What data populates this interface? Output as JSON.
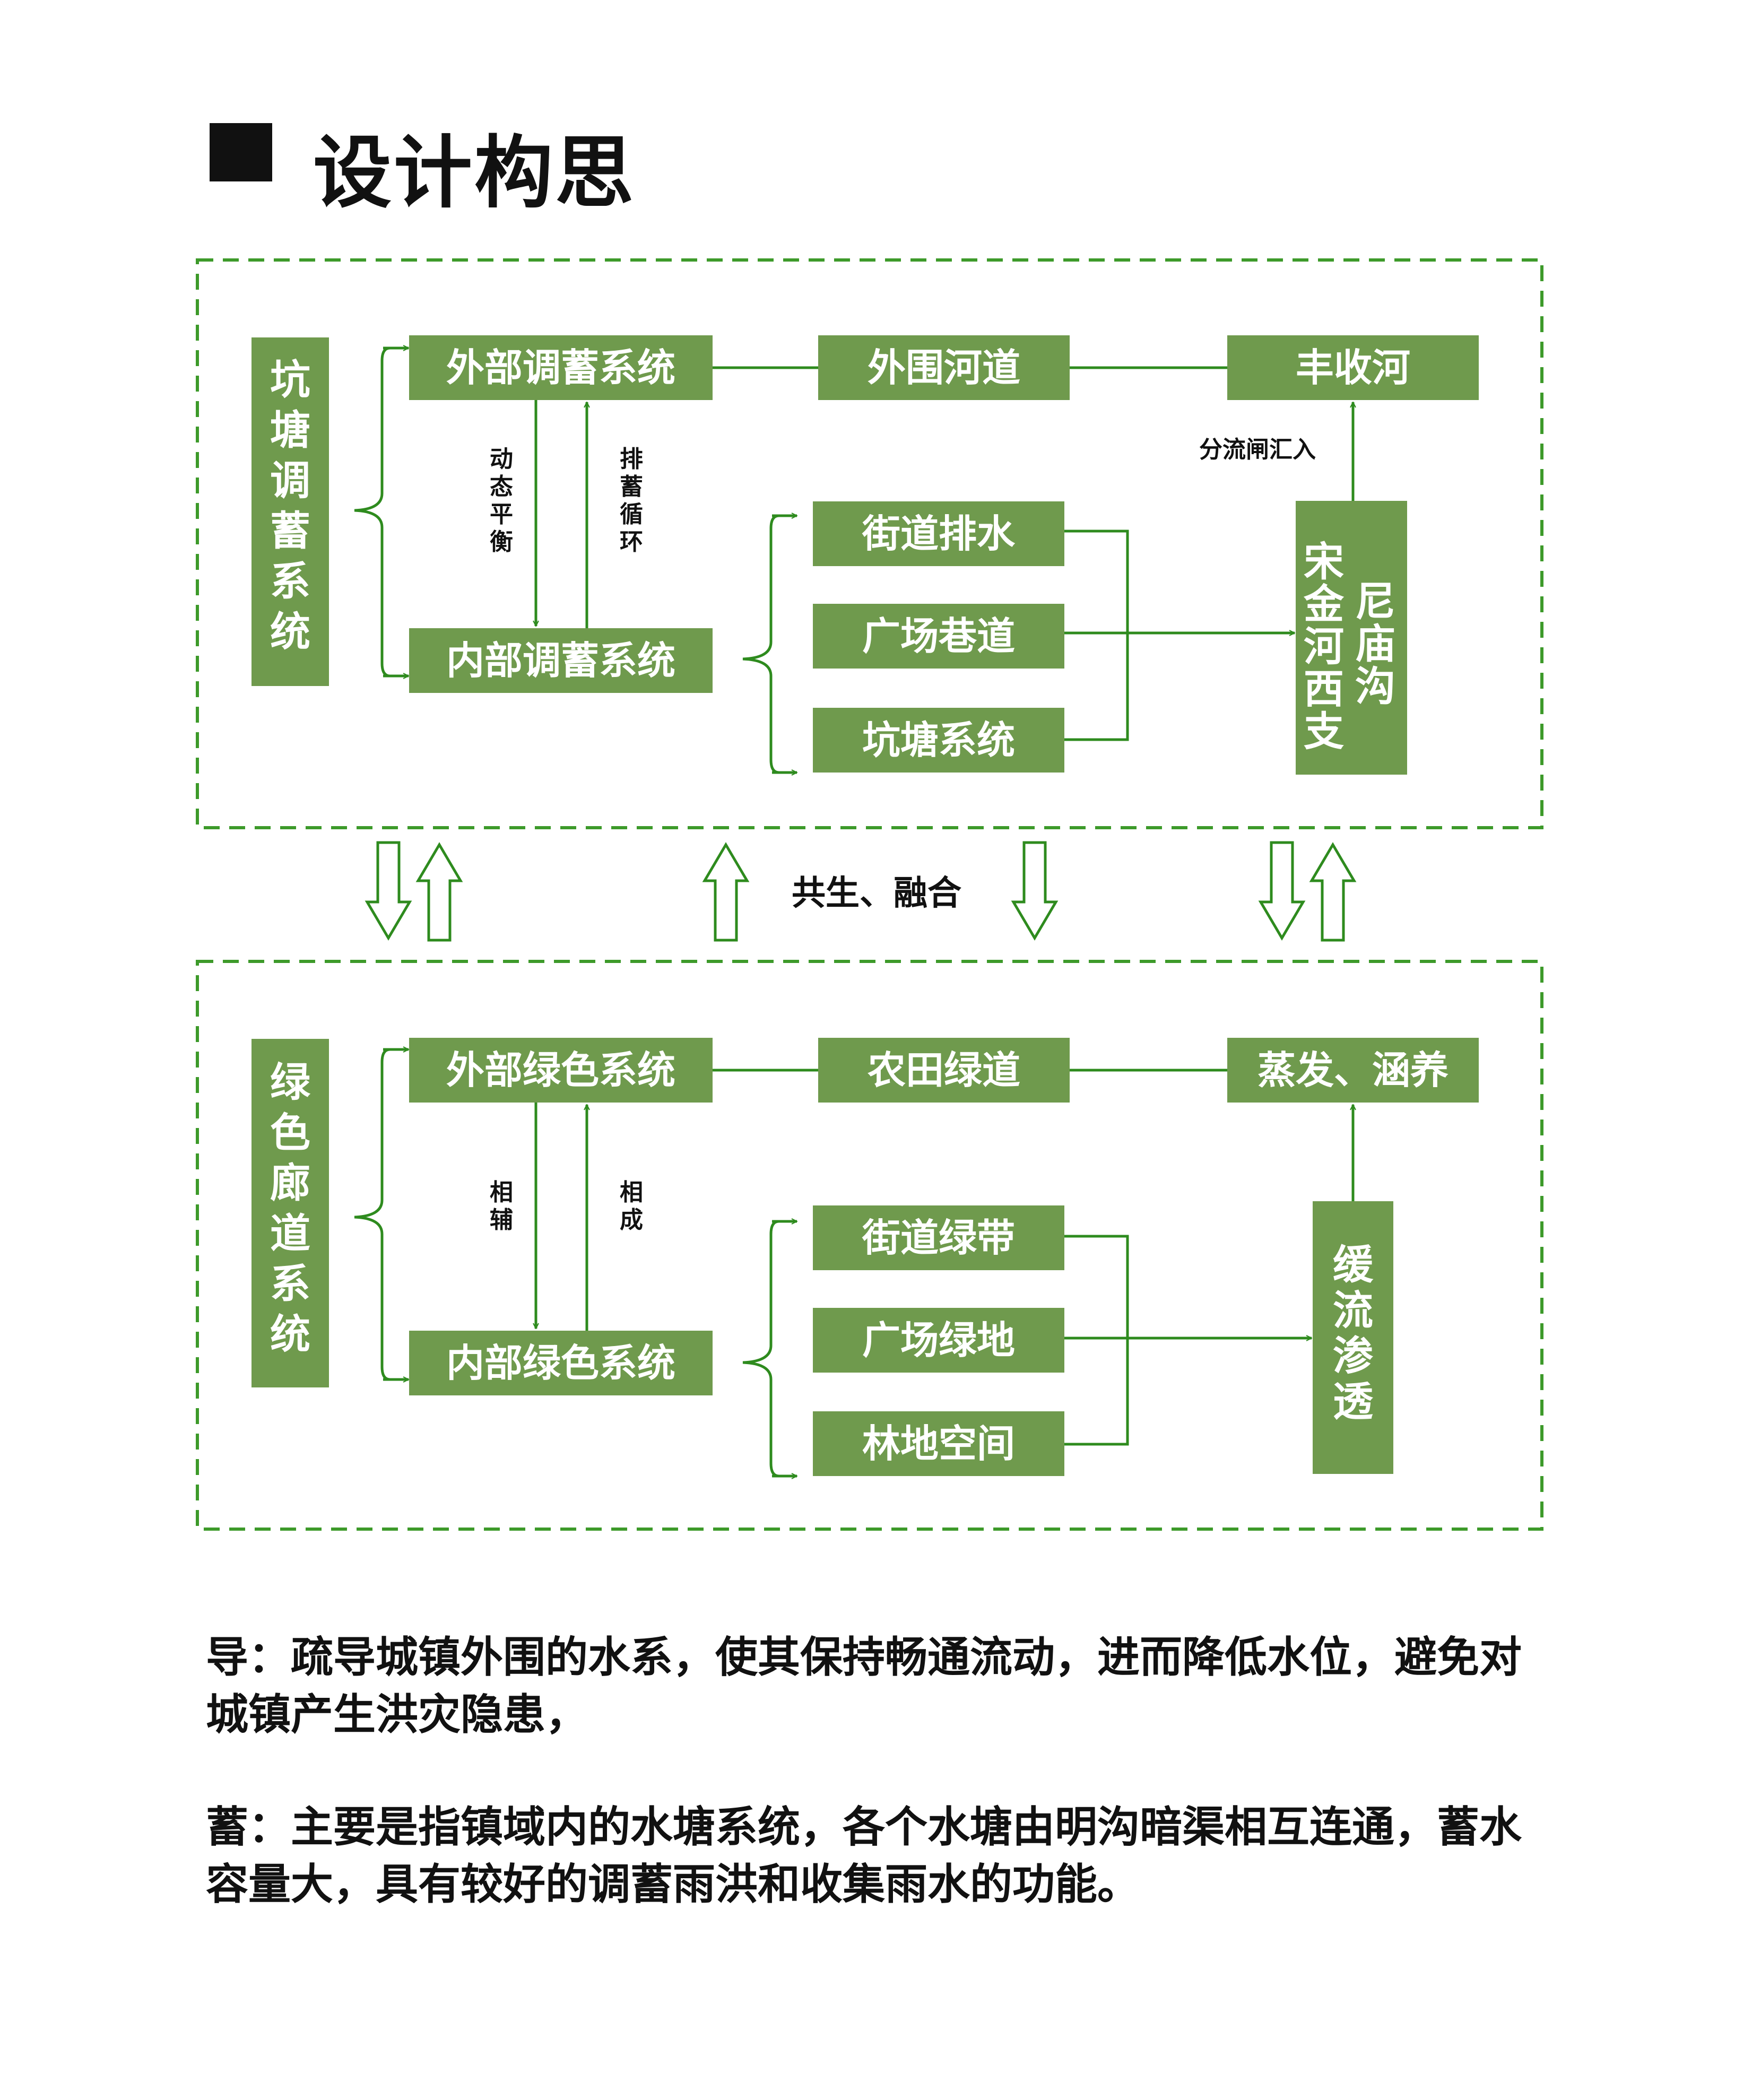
{
  "title": "设计构思",
  "colors": {
    "box_fill": "#6f9a4d",
    "line": "#2e8b1e",
    "dash": "#3d9a2a",
    "text_dark": "#111111"
  },
  "top": {
    "main": "坑塘调蓄系统",
    "external": "外部调蓄系统",
    "internal": "内部调蓄系统",
    "outer_river": "外围河道",
    "river": "丰收河",
    "streets": "街道排水",
    "plaza": "广场巷道",
    "pond": "坑塘系统",
    "channel_col1": "宋金河西支",
    "channel_col2": "尼庙沟",
    "label_down": "动态平衡",
    "label_up": "排蓄循环",
    "label_divert": "分流闸汇入"
  },
  "middle": {
    "label": "共生、融合"
  },
  "bottom": {
    "main": "绿色廊道系统",
    "external": "外部绿色系统",
    "internal": "内部绿色系统",
    "farm_green": "农田绿道",
    "evap": "蒸发、涵养",
    "street_green": "街道绿带",
    "plaza_green": "广场绿地",
    "forest": "林地空间",
    "buffer": "缓流渗透",
    "label_down": "相辅",
    "label_up": "相成"
  },
  "paragraphs": [
    "导：疏导城镇外围的水系，使其保持畅通流动，进而降低水位，避免对城镇产生洪灾隐患，",
    "蓄：主要是指镇域内的水塘系统，各个水塘由明沟暗渠相互连通，蓄水容量大，具有较好的调蓄雨洪和收集雨水的功能。"
  ]
}
